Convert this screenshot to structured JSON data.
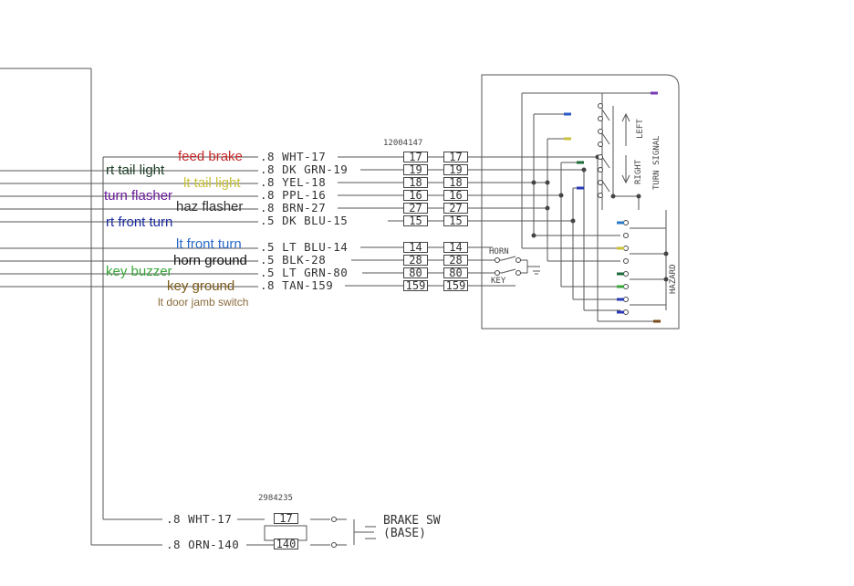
{
  "annotations": {
    "feed_brake": "feed brake",
    "rt_tail_light": "rt tail light",
    "lt_tail_light": "lt tail light",
    "turn_flasher": "turn flasher",
    "haz_flasher": "haz flasher",
    "rt_front_turn": "rt front turn",
    "lt_front_turn": "lt front turn",
    "horn_ground": "horn ground",
    "key_buzzer": "key buzzer",
    "key_ground": "key ground",
    "lt_door_jamb_switch": "lt door jamb switch"
  },
  "annotation_colors": {
    "feed_brake": "#c62828",
    "rt_tail_light": "#1b3d24",
    "lt_tail_light": "#c9c23a",
    "turn_flasher": "#6a1b9a",
    "haz_flasher": "#333333",
    "rt_front_turn": "#1a2aa0",
    "lt_front_turn": "#2a6ac8",
    "horn_ground": "#111111",
    "key_buzzer": "#3aa63a",
    "key_ground": "#7a5a1a",
    "lt_door_jamb_switch": "#8a6a3a"
  },
  "connector_top": {
    "part_number": "12004147",
    "wires": [
      {
        "label": ".8  WHT-17",
        "pin": "17"
      },
      {
        "label": ".8  DK GRN-19",
        "pin": "19"
      },
      {
        "label": ".8  YEL-18",
        "pin": "18"
      },
      {
        "label": ".8  PPL-16",
        "pin": "16"
      },
      {
        "label": ".8  BRN-27",
        "pin": "27"
      },
      {
        "label": ".5  DK BLU-15",
        "pin": "15"
      },
      {
        "label": ".5  LT BLU-14",
        "pin": "14"
      },
      {
        "label": ".5  BLK-28",
        "pin": "28"
      },
      {
        "label": ".5  LT GRN-80",
        "pin": "80"
      },
      {
        "label": ".8  TAN-159",
        "pin": "159"
      }
    ]
  },
  "connector_bottom": {
    "part_number": "2984235",
    "wires": [
      {
        "label": ".8  WHT-17",
        "pin": "17"
      },
      {
        "label": ".8  ORN-140",
        "pin": "140"
      }
    ]
  },
  "switch_block": {
    "horn": "HORN",
    "key": "KEY",
    "left": "LEFT",
    "right": "RIGHT",
    "turn_signal": "TURN SIGNAL",
    "hazard": "HAZARD"
  },
  "brake_switch": {
    "line1": "BRAKE SW",
    "line2": "(BASE)"
  },
  "marker_colors": [
    "#7a3ab8",
    "#2a5ac8",
    "#c9c23a",
    "#1e6a3a",
    "#2a3ab8",
    "#2a7ac8",
    "#c9c23a",
    "#1e6a3a",
    "#3aa63a",
    "#2a3ab8",
    "#2a3ab8",
    "#7a4a1a"
  ]
}
